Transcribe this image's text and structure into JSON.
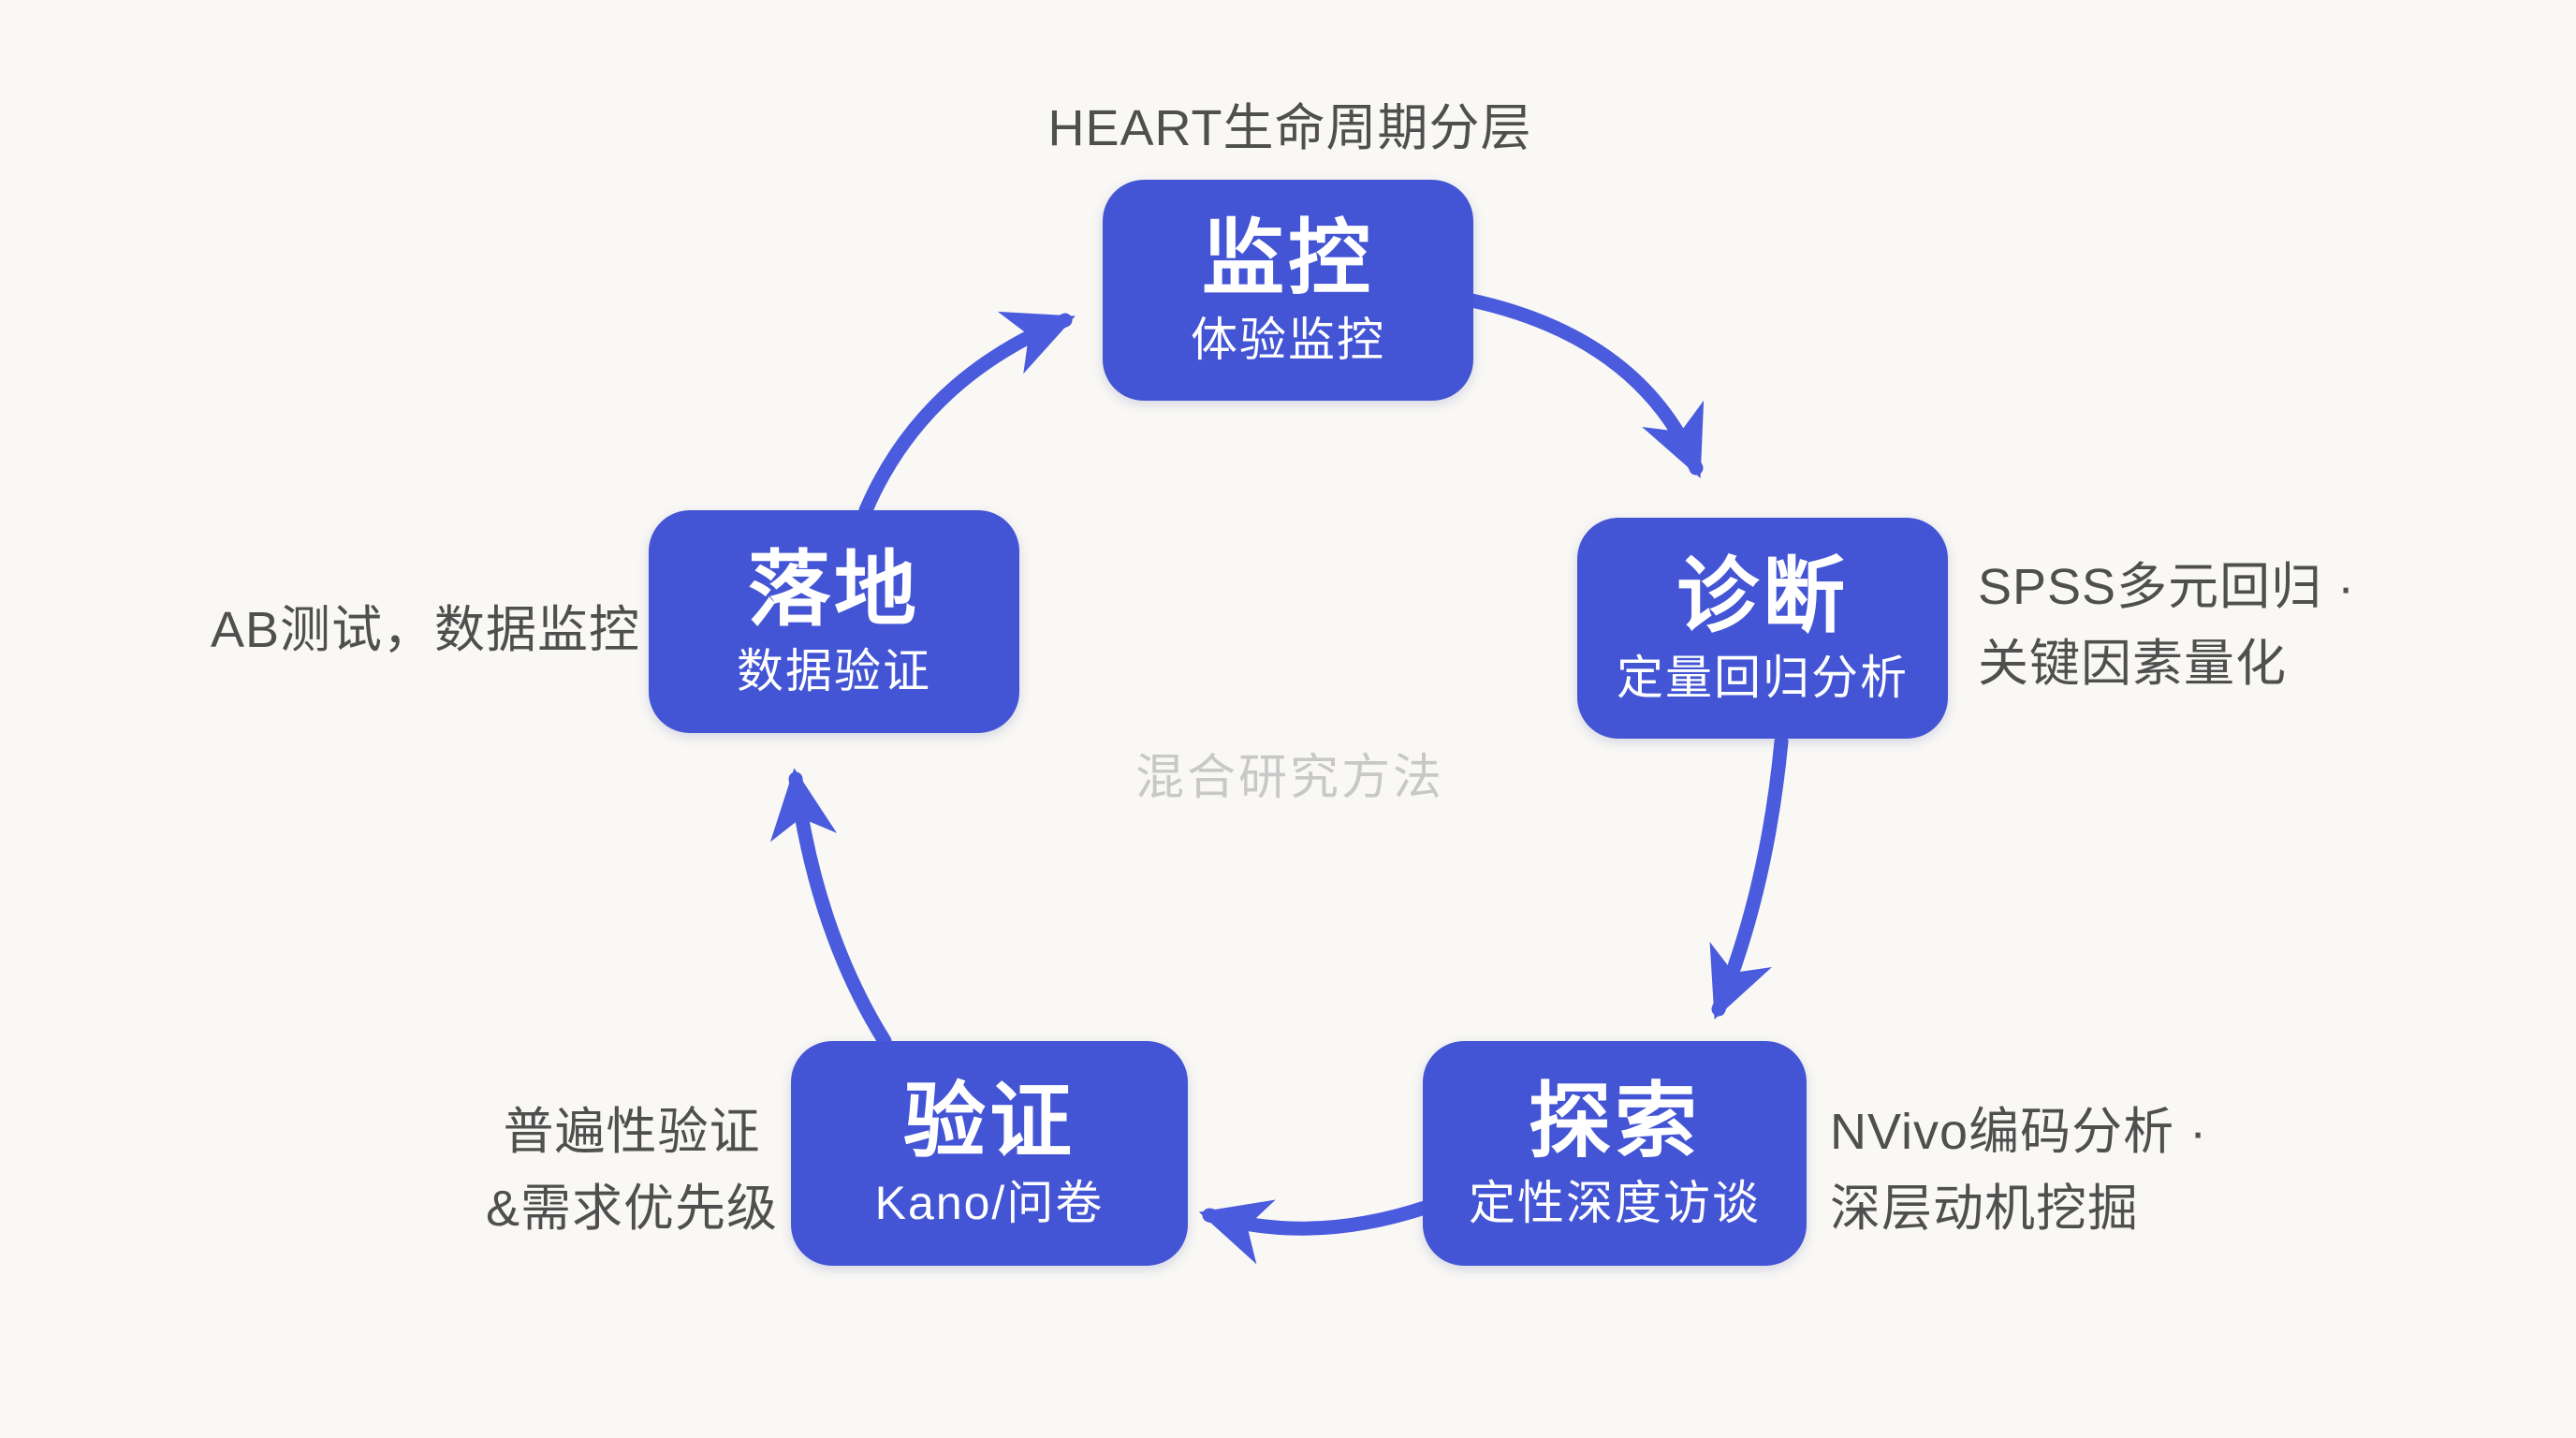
{
  "diagram": {
    "center_label": "混合研究方法",
    "stages": [
      {
        "key": "monitor",
        "title": "监控",
        "subtitle": "体验监控"
      },
      {
        "key": "diagnose",
        "title": "诊断",
        "subtitle": "定量回归分析"
      },
      {
        "key": "explore",
        "title": "探索",
        "subtitle": "定性深度访谈"
      },
      {
        "key": "validate",
        "title": "验证",
        "subtitle": "Kano/问卷"
      },
      {
        "key": "implement",
        "title": "落地",
        "subtitle": "数据验证"
      }
    ],
    "annotations": [
      {
        "for": "monitor",
        "lines": [
          "HEART生命周期分层"
        ]
      },
      {
        "for": "diagnose",
        "lines": [
          "SPSS多元回归 ·",
          "关键因素量化"
        ]
      },
      {
        "for": "explore",
        "lines": [
          "NVivo编码分析 ·",
          "深层动机挖掘"
        ]
      },
      {
        "for": "validate",
        "lines": [
          "普遍性验证",
          "&需求优先级"
        ]
      },
      {
        "for": "implement",
        "lines": [
          "AB测试，数据监控"
        ]
      }
    ],
    "flow_order": [
      "监控",
      "诊断",
      "探索",
      "验证",
      "落地"
    ],
    "colors": {
      "bg": "#f9f8f5",
      "card_blue": "#4355d4",
      "arrow_blue": "#4a5cdd",
      "annotation_gray": "#4f4f4f",
      "center_gray": "#c8c8c8",
      "card_text": "#ffffff"
    }
  }
}
